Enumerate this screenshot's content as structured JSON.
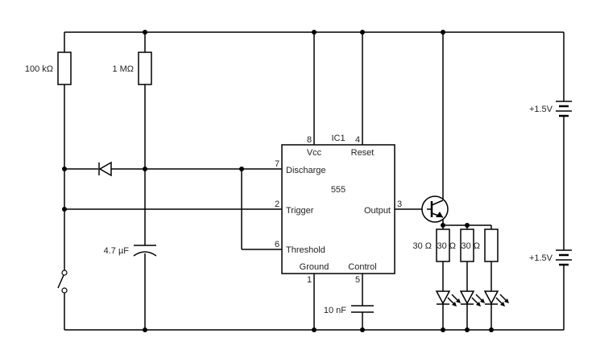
{
  "components": {
    "r1_value": "100 kΩ",
    "r2_value": "1 MΩ",
    "c1_value": "4.7 µF",
    "c2_value": "10 nF",
    "led_r1_value": "30 Ω",
    "led_r2_value": "30 Ω",
    "led_r3_value": "30 Ω",
    "battery_top_value": "+1.5V",
    "battery_bottom_value": "+1.5V"
  },
  "ic": {
    "ref": "IC1",
    "type": "555",
    "pins": {
      "vcc": {
        "num": "8",
        "name": "Vcc"
      },
      "reset": {
        "num": "4",
        "name": "Reset"
      },
      "discharge": {
        "num": "7",
        "name": "Discharge"
      },
      "trigger": {
        "num": "2",
        "name": "Trigger"
      },
      "threshold": {
        "num": "6",
        "name": "Threshold"
      },
      "output": {
        "num": "3",
        "name": "Output"
      },
      "ground": {
        "num": "1",
        "name": "Ground"
      },
      "control": {
        "num": "5",
        "name": "Control"
      }
    }
  }
}
